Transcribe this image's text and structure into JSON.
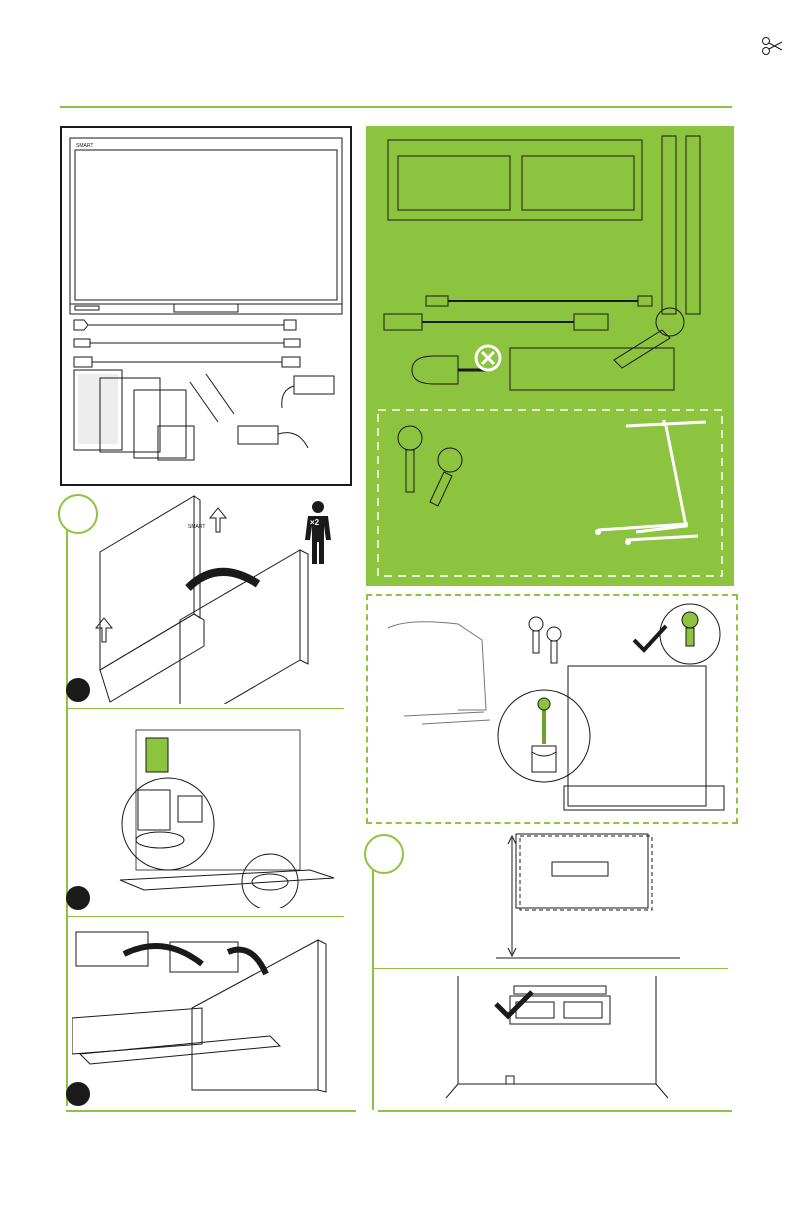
{
  "colors": {
    "accent": "#8cc43f",
    "accent_dark": "#6aa42a",
    "ink": "#1a1a1a",
    "bg": "#ffffff"
  },
  "display": {
    "brand": "SMART"
  },
  "lift_figure": {
    "people_count": "×2"
  },
  "packaging": {
    "brand": "SMART"
  },
  "icons": [
    "scissors-icon",
    "people-icon",
    "screwdriver-icon",
    "no-icon",
    "level-icon",
    "eye-bolt-icon",
    "hoist-icon",
    "check-icon",
    "rotate-icon",
    "usb-cable-icon",
    "hdmi-cable-icon",
    "power-cable-icon",
    "pen-icon",
    "adapter-icon",
    "wall-bracket-icon"
  ]
}
